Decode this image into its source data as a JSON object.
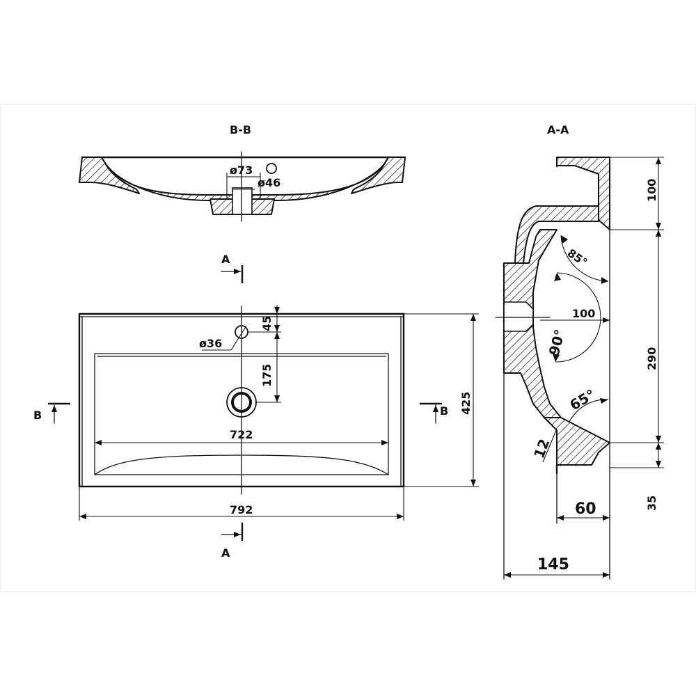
{
  "views": {
    "section_bb": {
      "label": "B-B"
    },
    "section_aa": {
      "label": "A-A"
    }
  },
  "cut_marks": {
    "a": "A",
    "b": "B"
  },
  "dimensions": {
    "drain_outer": "ø73",
    "drain_inner": "ø46",
    "tap_hole": "ø36",
    "tap_offset": "45",
    "tap_to_drain": "175",
    "bowl_width": "722",
    "total_width": "792",
    "total_depth": "425",
    "rim_height": "100",
    "bowl_depth": "290",
    "base_height": "35",
    "overflow_depth": "100",
    "foot_width": "60",
    "total_height": "145",
    "angle_top": "85°",
    "angle_mid": "90°",
    "angle_low": "65°",
    "wall_thickness": "12"
  }
}
